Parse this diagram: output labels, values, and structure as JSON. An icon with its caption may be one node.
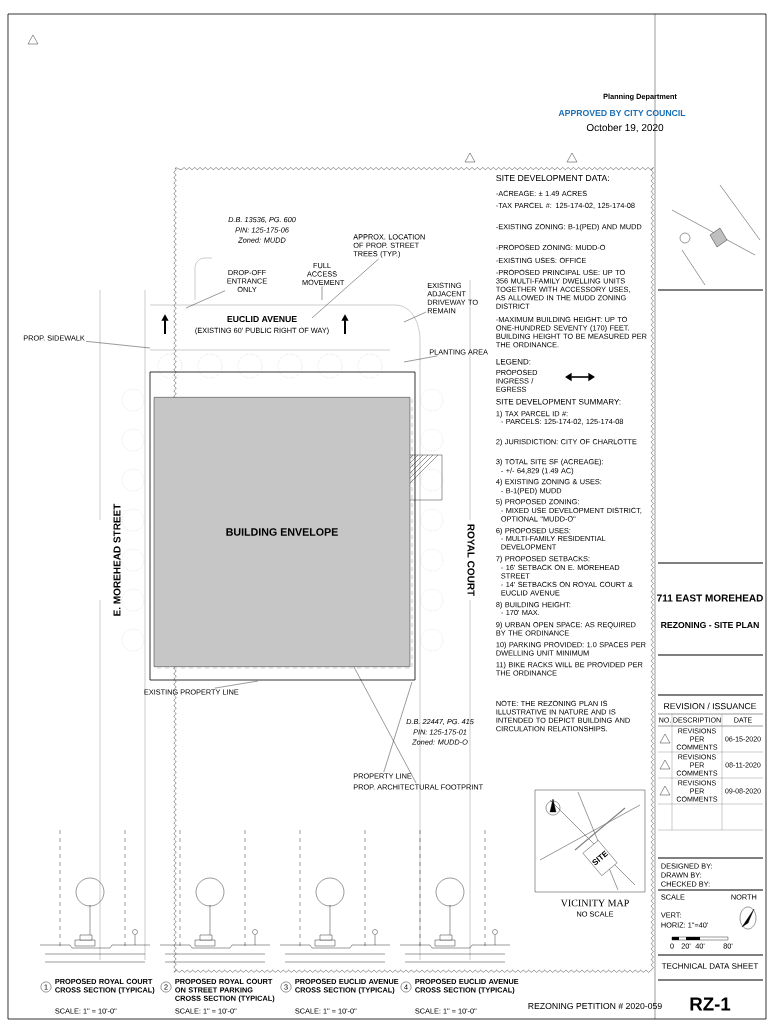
{
  "diagram": {
    "nodes": [
      {
        "text": [
          "BUILDING ENVELOPE"
        ]
      },
      {
        "text": [
          "EXISTING ADJACENT DRIVEWAY TO REMAIN"
        ]
      },
      {
        "text": [
          "PLANTING AREA"
        ]
      },
      {
        "text": [
          "FULL ACCESS MOVEMENT"
        ]
      },
      {
        "text": [
          "DROP-OFF ENTRANCE ONLY"
        ]
      },
      {
        "text": [
          "EXISTING PROPERTY LINE"
        ]
      },
      {
        "text": [
          "PROPERTY LINE"
        ]
      },
      {
        "text": [
          "PROP. ARCHITECTURAL FOOTPRINT"
        ]
      },
      {
        "text": [
          "APPROX. LOCATION OF PROP. STREET TREES (TYP.)"
        ]
      },
      {
        "text": [
          "PROP. SIDEWALK"
        ]
      },
      {
        "text": [
          "SITE"
        ]
      }
    ],
    "edges": [
      {
        "from": 1,
        "to": null,
        "arrow": "none"
      },
      {
        "from": 2,
        "to": null,
        "arrow": "none"
      },
      {
        "from": 3,
        "to": null,
        "arrow": "none"
      },
      {
        "from": 4,
        "to": null,
        "arrow": "none"
      },
      {
        "from": 5,
        "to": null,
        "arrow": "none"
      },
      {
        "from": 6,
        "to": null,
        "arrow": "none"
      },
      {
        "from": 7,
        "to": 0,
        "arrow": "none"
      },
      {
        "from": 8,
        "to": null,
        "arrow": "none"
      },
      {
        "from": 9,
        "to": null,
        "arrow": "none"
      }
    ],
    "labels": [
      "Planning Department",
      "APPROVED BY CITY COUNCIL",
      "October 19, 2020",
      "SITE DEVELOPMENT DATA:",
      "-ACREAGE: ± 1.49 ACRES",
      "-TAX PARCEL #: 125-174-02, 125-174-08",
      "-EXISTING ZONING: B-1(PED) AND MUDD",
      "-PROPOSED ZONING: MUDD-O",
      "-EXISTING USES: OFFICE",
      "-PROPOSED PRINCIPAL USE: UP TO 356 MULTI-FAMILY DWELLING UNITS TOGETHER WITH ACCESSORY USES, AS ALLOWED IN THE MUDD ZONING DISTRICT",
      "-MAXIMUM BUILDING HEIGHT: UP TO ONE-HUNDRED SEVENTY (170) FEET. BUILDING HEIGHT TO BE MEASURED PER THE ORDINANCE.",
      "LEGEND:",
      "SITE DEVELOPMENT SUMMARY:",
      "1) TAX PARCEL ID #:",
      "- PARCELS: 125-174-02, 125-174-08",
      "2) JURISDICTION: CITY OF CHARLOTTE",
      "3) TOTAL SITE SF (ACREAGE):",
      "- +/- 64,829 (1.49 AC)",
      "4) EXISTING ZONING & USES:",
      "- B-1(PED) MUDD",
      "5) PROPOSED ZONING:",
      "- MIXED USE DEVELOPMENT DISTRICT, OPTIONAL \"MUDD-O\"",
      "6) PROPOSED USES:",
      "- MULTI-FAMILY RESIDENTIAL DEVELOPMENT",
      "7) PROPOSED SETBACKS:",
      "- 16' SETBACK ON E. MOREHEAD STREET",
      "- 14' SETBACKS ON ROYAL COURT & EUCLID AVENUE",
      "8) BUILDING HEIGHT:",
      "- 170' MAX.",
      "9) URBAN OPEN SPACE: AS REQUIRED BY THE ORDINANCE",
      "10) PARKING PROVIDED: 1.0 SPACES PER DWELLING UNIT MINIMUM",
      "11) BIKE RACKS WILL BE PROVIDED PER THE ORDINANCE",
      "NOTE: THE REZONING PLAN IS ILLUSTRATIVE IN NATURE AND IS INTENDED TO DEPICT BUILDING AND CIRCULATION RELATIONSHIPS.",
      "EUCLID AVENUE",
      "(EXISTING 60' PUBLIC RIGHT OF WAY)",
      "ROYAL COURT",
      "E. MOREHEAD STREET",
      "D.B. 13536, PG. 600",
      "PIN: 125-175-06",
      "Zoned: MUDD",
      "D.B. 22447, PG. 415",
      "PIN: 125-175-01",
      "Zoned: MUDD-O",
      "VICINITY MAP",
      "NO SCALE",
      "1",
      "PROPOSED ROYAL COURT CROSS SECTION (TYPICAL)",
      "SCALE: 1\" = 10'-0\"",
      "2",
      "PROPOSED ROYAL COURT ON STREET PARKING CROSS SECTION (TYPICAL)",
      "SCALE: 1\" = 10'-0\"",
      "3",
      "PROPOSED EUCLID AVENUE CROSS SECTION (TYPICAL)",
      "SCALE: 1\" = 10'-0\"",
      "4",
      "PROPOSED EUCLID AVENUE CROSS SECTION (TYPICAL)",
      "SCALE: 1\" = 10'-0\"",
      "REZONING PETITION # 2020-059",
      "711 EAST MOREHEAD",
      "REZONING - SITE PLAN",
      "REVISION / ISSUANCE",
      "NO.",
      "DESCRIPTION",
      "DATE",
      "REVISIONS PER COMMENTS",
      "06-15-2020",
      "REVISIONS PER COMMENTS",
      "08-11-2020",
      "REVISIONS PER COMMENTS",
      "09-08-2020",
      "DESIGNED BY:",
      "DRAWN BY:",
      "CHECKED BY:",
      "SCALE",
      "NORTH",
      "VERT:",
      "HORIZ: 1\"=40'",
      "0",
      "20'",
      "40'",
      "80'",
      "TECHNICAL DATA SHEET",
      "RZ-1"
    ],
    "legend": [
      {
        "text": "PROPOSED INGRESS / EGRESS"
      }
    ]
  }
}
